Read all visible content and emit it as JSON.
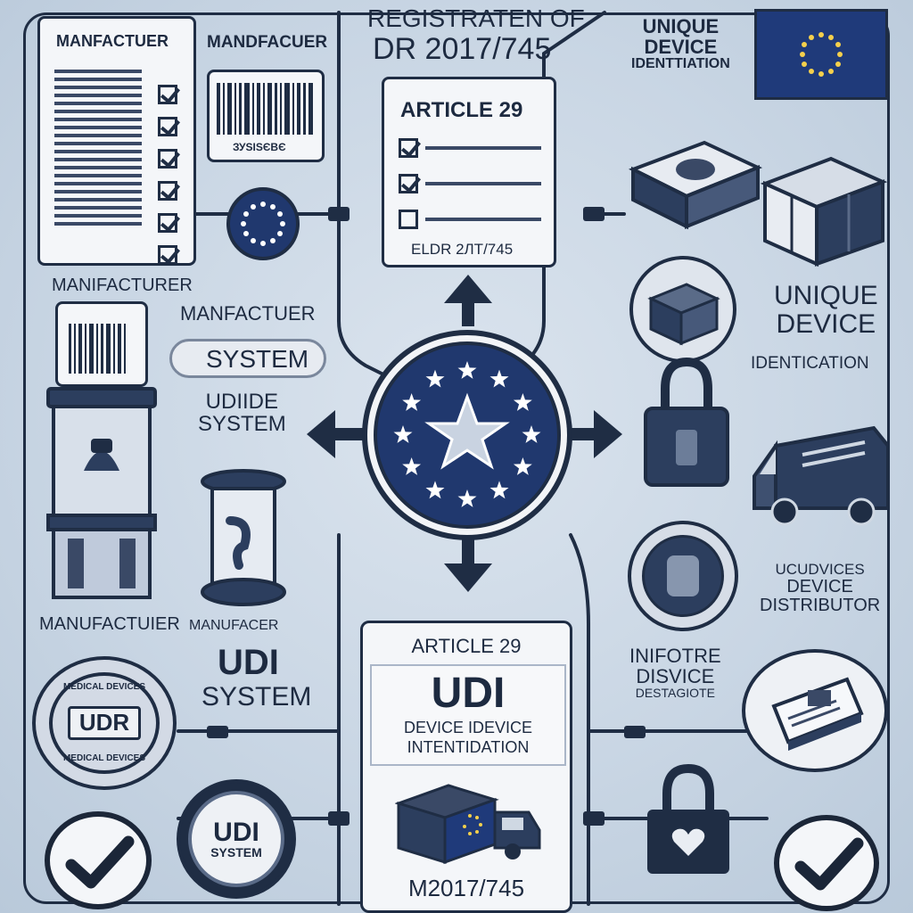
{
  "colors": {
    "navy": "#1f2d44",
    "flag_blue": "#1f3a7a",
    "star_white": "#ffffff",
    "card": "#f4f6f9"
  },
  "header": {
    "line1": "REGISTRATEN OF",
    "line2": "DR 2017/745"
  },
  "top_left_card": {
    "title": "MANFACTUER"
  },
  "barcode_card": {
    "title": "MANDFACUER",
    "code": "ЗУЅІЅЄВЄ"
  },
  "article_card_top": {
    "title": "ARTICLE 29",
    "footer": "ELDR 2ЛТ/745"
  },
  "right_top": {
    "line1": "UNIQUE",
    "line2": "DEVICE",
    "line3": "IDENTTIATION"
  },
  "left_labels": {
    "manifacturer": "MANIFACTURER",
    "manf_system_1": "MANFACTUER",
    "manf_system_2": "SYSTEM",
    "udiide_1": "UDIIDE",
    "udiide_2": "SYSTEM",
    "manuf_bottom_1": "MANUFACTUIER",
    "manuf_bottom_2": "MANUFACER",
    "udi_1": "UDI",
    "udi_2": "SYSTEM"
  },
  "right_labels": {
    "unique_1": "UNIQUE",
    "unique_2": "DEVICE",
    "identication": "IDENTICATION",
    "dist_1": "UCUDVICES",
    "dist_2": "DEVICE",
    "dist_3": "DISTRIBUTOR",
    "info_1": "INIFOTRE",
    "info_2": "DISVICE",
    "info_3": "DESTAGIOTE"
  },
  "bottom_card": {
    "article": "ARTICLE 29",
    "udi": "UDI",
    "line1": "DEVICE IDEVICE",
    "line2": "INTENTIDATION",
    "footer": "M2017/745"
  },
  "seal_left": {
    "center": "UDR",
    "ring_top": "MEDICAL DEVICES",
    "ring_bottom": "MEDICAL DEVICES"
  },
  "seal_bottom": {
    "line1": "UDI",
    "line2": "SYSTEM"
  },
  "icons": [
    "eu-flag-icon",
    "eu-star-hub-icon",
    "barcode-icon",
    "checkbox-icon",
    "box-icon",
    "padlock-icon",
    "van-icon",
    "checkmark-icon",
    "hourglass-icon",
    "cabinet-icon"
  ]
}
